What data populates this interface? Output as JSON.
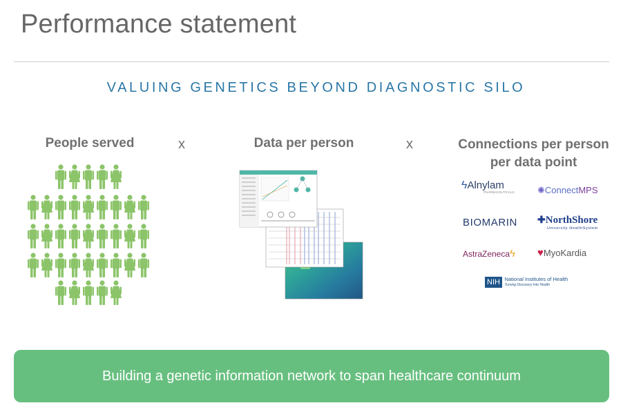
{
  "slide": {
    "title": "Performance statement",
    "subtitle": "VALUING GENETICS BEYOND DIAGNOSTIC SILO",
    "columns": {
      "people": "People served",
      "data": "Data per person",
      "connections_line1": "Connections per person",
      "connections_line2": "per data point"
    },
    "multiply_sign": "x",
    "logos": {
      "alnylam": "Alnylam",
      "alnylam_sub": "PHARMACEUTICALS",
      "connectmps_a": "Connect",
      "connectmps_b": "MPS",
      "biomarin": "BIOMARIN",
      "northshore": "NorthShore",
      "northshore_sub": "University HealthSystem",
      "astrazeneca": "AstraZeneca",
      "myokardia": "MyoKardia",
      "nih_badge": "NIH",
      "nih_name": "National Institutes of Health",
      "nih_tagline": "Turning Discovery Into Health"
    },
    "banner": "Building a genetic information network to span healthcare continuum"
  },
  "colors": {
    "title": "#666666",
    "subtitle": "#2a77a6",
    "people_green": "#8cc46a",
    "banner": "#67bf7f"
  }
}
